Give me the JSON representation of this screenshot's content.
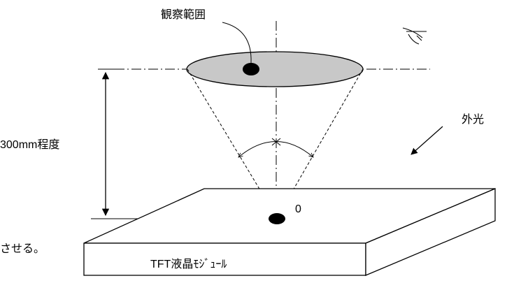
{
  "labels": {
    "observation_range": "観察範囲",
    "distance": "300mm程度",
    "external_light": "外光",
    "origin": "0",
    "module": "TFT液晶ﾓｼﾞｭｰﾙ",
    "cut_off_text": "させる。"
  },
  "icons": {
    "viewer": "eye-icon"
  },
  "colors": {
    "line": "#000000",
    "observation_fill": "#c8c8c8",
    "background": "#ffffff"
  }
}
